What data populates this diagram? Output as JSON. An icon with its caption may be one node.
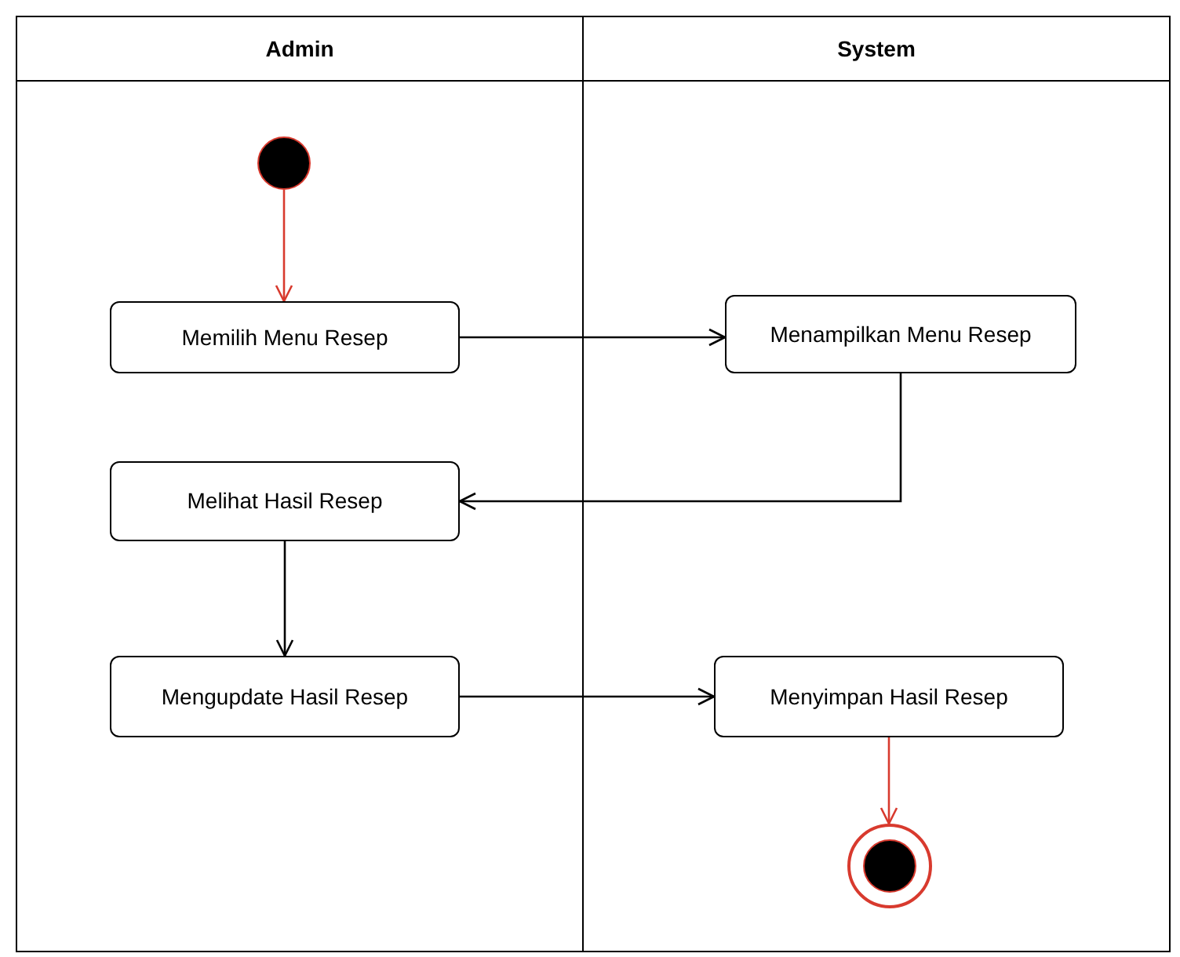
{
  "diagram": {
    "nodes": [
      {
        "text": [
          "Admin"
        ]
      },
      {
        "text": [
          "System"
        ]
      },
      {
        "text": [],
        "shape": "circle",
        "in": 0
      },
      {
        "text": [
          "Memilih Menu Resep"
        ],
        "in": 0
      },
      {
        "text": [
          "Menampilkan Menu Resep"
        ],
        "in": 1
      },
      {
        "text": [
          "Melihat Hasil Resep"
        ],
        "in": 0
      },
      {
        "text": [
          "Mengupdate Hasil Resep"
        ],
        "in": 0
      },
      {
        "text": [
          "Menyimpan Hasil Resep"
        ],
        "in": 1
      },
      {
        "text": [],
        "shape": "circle",
        "in": 1
      }
    ],
    "edges": [
      {
        "from": 2,
        "to": 3,
        "arrow": "to",
        "color": "#d83a2e"
      },
      {
        "from": 3,
        "to": 4,
        "arrow": "to"
      },
      {
        "from": 4,
        "to": 5,
        "arrow": "to"
      },
      {
        "from": 5,
        "to": 6,
        "arrow": "to"
      },
      {
        "from": 6,
        "to": 7,
        "arrow": "to"
      },
      {
        "from": 7,
        "to": 8,
        "arrow": "to",
        "color": "#d83a2e"
      }
    ]
  }
}
